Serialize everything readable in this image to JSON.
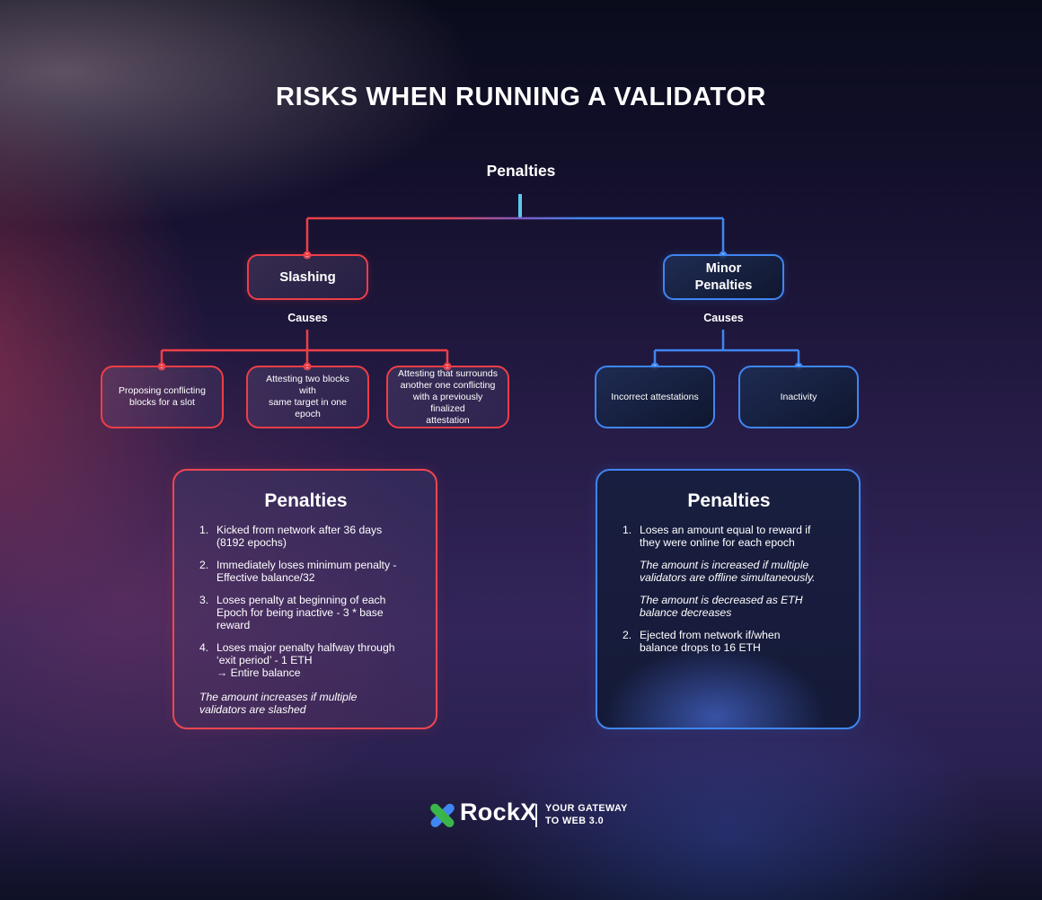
{
  "title": "RISKS WHEN RUNNING A VALIDATOR",
  "root_label": "Penalties",
  "colors": {
    "red": "#ee3e47",
    "blue": "#3f86f2",
    "cyan": "#59c8ee",
    "purple_mid": "#7b5bc8",
    "logo_green": "#3bb54a",
    "logo_blue": "#3f86f2"
  },
  "slashing": {
    "label": "Slashing",
    "causes_label": "Causes",
    "causes": [
      "Proposing conflicting\nblocks for a slot",
      "Attesting two blocks with\nsame target in one epoch",
      "Attesting that surrounds\nanother one conflicting\nwith a previously finalized\nattestation"
    ],
    "panel": {
      "title": "Penalties",
      "items": [
        {
          "num": "1.",
          "text": "Kicked from network after 36 days\n(8192 epochs)"
        },
        {
          "num": "2.",
          "text": "Immediately loses minimum penalty -\nEffective balance/32"
        },
        {
          "num": "3.",
          "text": "Loses penalty at beginning of each\nEpoch for being inactive - 3 * base\nreward"
        },
        {
          "num": "4.",
          "text": "Loses major penalty halfway through\n‘exit period’ - 1 ETH\n→ Entire balance"
        }
      ],
      "note": "The amount increases if multiple\nvalidators are slashed"
    }
  },
  "minor": {
    "label": "Minor\nPenalties",
    "causes_label": "Causes",
    "causes": [
      "Incorrect attestations",
      "Inactivity"
    ],
    "panel": {
      "title": "Penalties",
      "item1": {
        "num": "1.",
        "text": "Loses an amount equal to reward if\nthey were online for each epoch"
      },
      "note1": "The amount is increased if multiple\nvalidators are offline simultaneously.",
      "note2": "The amount is decreased as ETH\nbalance decreases",
      "item2": {
        "num": "2.",
        "text": "Ejected from network if/when\nbalance drops to 16 ETH"
      }
    }
  },
  "footer": {
    "brand": "RockX",
    "tagline_line1": "YOUR GATEWAY",
    "tagline_line2": "TO WEB 3.0"
  }
}
